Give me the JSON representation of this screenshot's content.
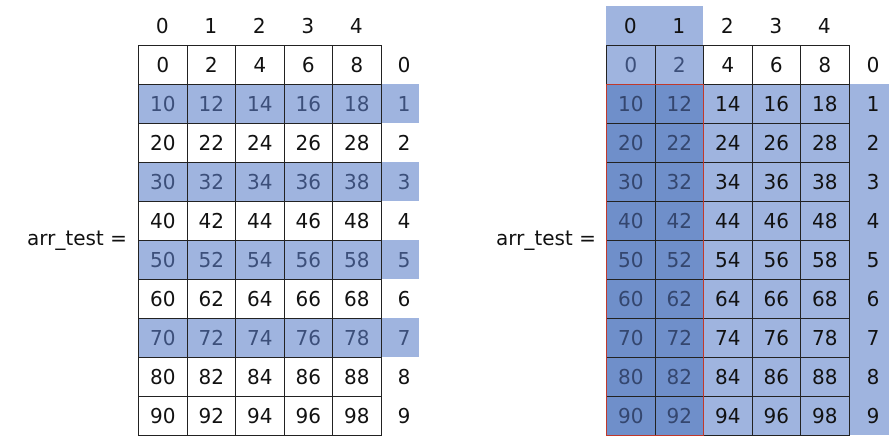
{
  "left_diagram": {
    "label": "arr_test =",
    "col_indices": [
      "0",
      "1",
      "2",
      "3",
      "4"
    ],
    "row_indices": [
      "0",
      "1",
      "2",
      "3",
      "4",
      "5",
      "6",
      "7",
      "8",
      "9"
    ],
    "values": [
      [
        "0",
        "2",
        "4",
        "6",
        "8"
      ],
      [
        "10",
        "12",
        "14",
        "16",
        "18"
      ],
      [
        "20",
        "22",
        "24",
        "26",
        "28"
      ],
      [
        "30",
        "32",
        "34",
        "36",
        "38"
      ],
      [
        "40",
        "42",
        "44",
        "46",
        "48"
      ],
      [
        "50",
        "52",
        "54",
        "56",
        "58"
      ],
      [
        "60",
        "62",
        "64",
        "66",
        "68"
      ],
      [
        "70",
        "72",
        "74",
        "76",
        "78"
      ],
      [
        "80",
        "82",
        "84",
        "86",
        "88"
      ],
      [
        "90",
        "92",
        "94",
        "96",
        "98"
      ]
    ],
    "highlighted_rows": [
      1,
      3,
      5,
      7
    ]
  },
  "right_diagram": {
    "label": "arr_test =",
    "col_indices": [
      "0",
      "1",
      "2",
      "3",
      "4"
    ],
    "row_indices": [
      "0",
      "1",
      "2",
      "3",
      "4",
      "5",
      "6",
      "7",
      "8",
      "9"
    ],
    "values": [
      [
        "0",
        "2",
        "4",
        "6",
        "8"
      ],
      [
        "10",
        "12",
        "14",
        "16",
        "18"
      ],
      [
        "20",
        "22",
        "24",
        "26",
        "28"
      ],
      [
        "30",
        "32",
        "34",
        "36",
        "38"
      ],
      [
        "40",
        "42",
        "44",
        "46",
        "48"
      ],
      [
        "50",
        "52",
        "54",
        "56",
        "58"
      ],
      [
        "60",
        "62",
        "64",
        "66",
        "68"
      ],
      [
        "70",
        "72",
        "74",
        "76",
        "78"
      ],
      [
        "80",
        "82",
        "84",
        "86",
        "88"
      ],
      [
        "90",
        "92",
        "94",
        "96",
        "98"
      ]
    ],
    "highlighted_cols": [
      0,
      1
    ],
    "highlighted_rows_from": 1
  },
  "colors": {
    "highlight": "#9fb4df",
    "overlap": "#6f8fca",
    "selection_border": "#c0392b"
  }
}
